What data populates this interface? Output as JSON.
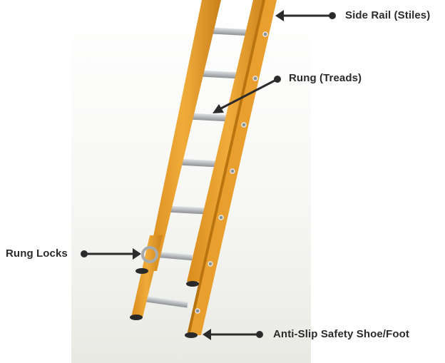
{
  "diagram": {
    "subject": "Extension ladder anatomy",
    "labels": [
      {
        "id": "side-rail",
        "text": "Side Rail (Stiles)"
      },
      {
        "id": "rung",
        "text": "Rung (Treads)"
      },
      {
        "id": "rung-locks",
        "text": "Rung Locks"
      },
      {
        "id": "safety-shoe",
        "text": "Anti-Slip Safety Shoe/Foot"
      }
    ],
    "colors": {
      "rail": "#E8A02A",
      "rail_shadow": "#C77E15",
      "rung": "#B9BDC0",
      "arrow": "#2b2b2b",
      "floor": "#ECECE8",
      "background": "#FFFFFF"
    }
  }
}
